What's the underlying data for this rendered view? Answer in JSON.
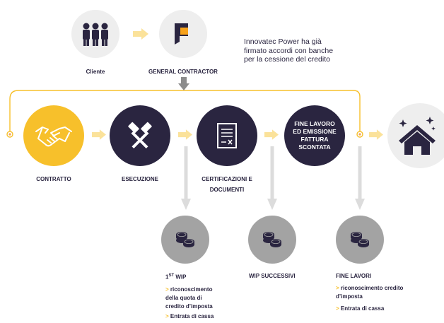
{
  "top": {
    "client_label": "Cliente",
    "contractor_label": "GENERAL CONTRACTOR",
    "note": "Innovatec Power ha già firmato accordi con banche per la cessione del credito"
  },
  "steps": {
    "contratto": "CONTRATTO",
    "esecuzione": "ESECUZIONE",
    "certificazioni_line1": "CERTIFICAZIONI E",
    "certificazioni_line2": "DOCUMENTI",
    "fine_lavoro_circle": [
      "FINE LAVORO",
      "ED EMISSIONE",
      "FATTURA",
      "SCONTATA"
    ]
  },
  "payments": {
    "first_wip": {
      "title_prefix": "1",
      "title_sup": "ST",
      "title_suffix": " WIP",
      "bullet_1": [
        "riconoscimento",
        "della quota di",
        "credito d’imposta"
      ],
      "bullet_2": "Entrata di cassa",
      "marker": ">"
    },
    "wip_successivi": {
      "title": "WIP SUCCESSIVI"
    },
    "fine_lavori": {
      "title": "FINE LAVORI",
      "bullet_1": [
        "riconoscimento credito",
        "d’imposta"
      ],
      "bullet_2": "Entrata di cassa",
      "marker": ">"
    }
  },
  "colors": {
    "gold": "#f7c02b",
    "navy": "#2a2540",
    "grey": "#a3a3a3",
    "light": "#eeeeee",
    "arrow_light": "#fbe29a",
    "arrow_grey": "#dcdcdc"
  },
  "icons": [
    "team-icon",
    "contractor-logo-icon",
    "handshake-icon",
    "hammers-icon",
    "document-icon",
    "house-icon",
    "coins-icon"
  ]
}
